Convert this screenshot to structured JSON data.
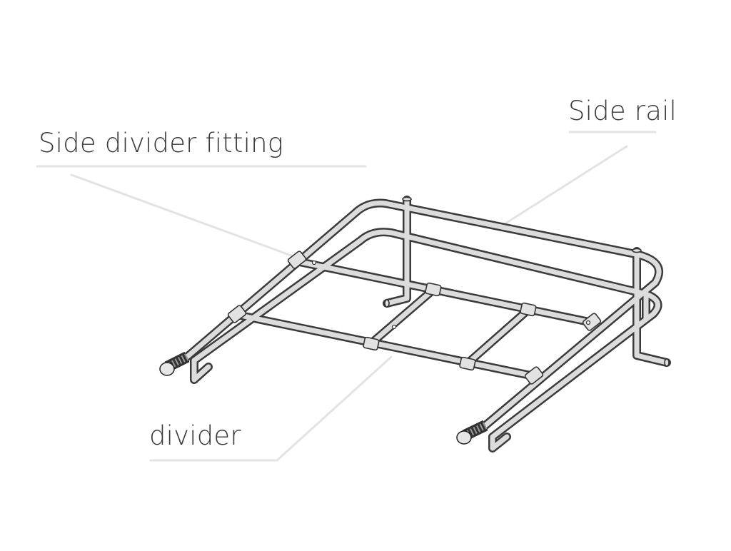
{
  "diagram": {
    "labels": {
      "side_rail": "Side rail",
      "side_divider_fitting": "Side divider fitting",
      "divider": "divider"
    },
    "colors": {
      "tube_outline": "#3b3b3b",
      "tube_fill": "#dcdcdc",
      "leader_line": "#e3e3e3",
      "label_text": "#3a3a3a"
    }
  }
}
